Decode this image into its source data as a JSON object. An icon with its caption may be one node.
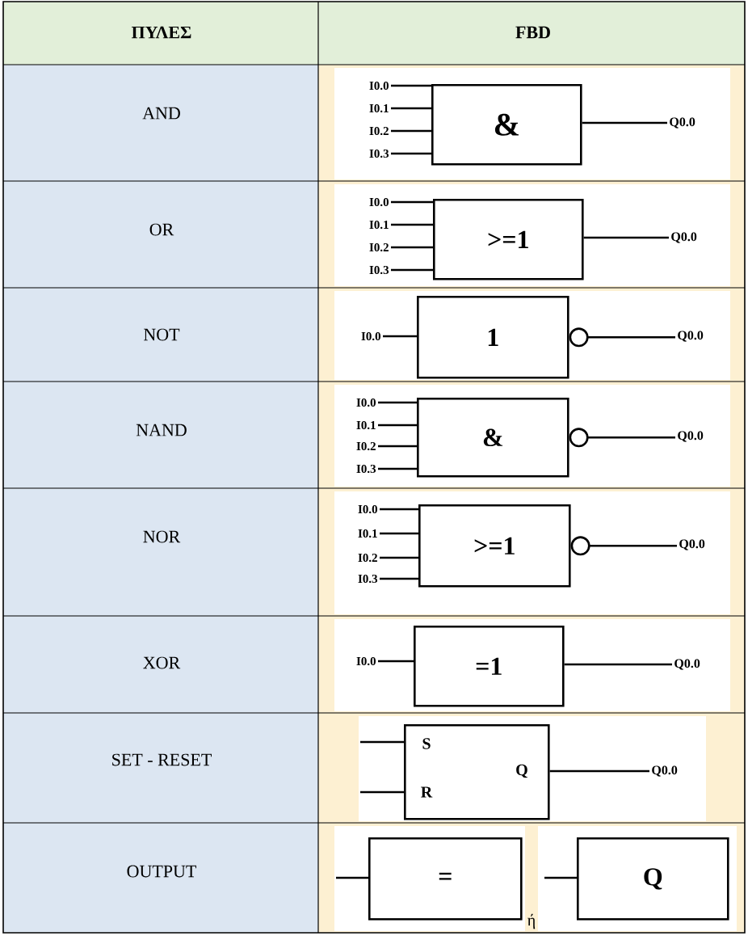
{
  "diagram": {
    "nodes": [
      {
        "text": [
          "I0.0"
        ]
      },
      {
        "text": [
          "I0.1"
        ]
      },
      {
        "text": [
          "I0.2"
        ]
      },
      {
        "text": [
          "I0.3"
        ]
      },
      {
        "text": [
          "&"
        ]
      },
      {
        "text": [
          "Q0.0"
        ]
      },
      {
        "text": [
          "I0.0"
        ]
      },
      {
        "text": [
          "I0.1"
        ]
      },
      {
        "text": [
          "I0.2"
        ]
      },
      {
        "text": [
          "I0.3"
        ]
      },
      {
        "text": [
          ">=1"
        ]
      },
      {
        "text": [
          "Q0.0"
        ]
      },
      {
        "text": [
          "I0.0"
        ]
      },
      {
        "text": [
          "1"
        ]
      },
      {
        "text": [
          "Q0.0"
        ]
      },
      {
        "text": [
          "I0.0"
        ]
      },
      {
        "text": [
          "I0.1"
        ]
      },
      {
        "text": [
          "I0.2"
        ]
      },
      {
        "text": [
          "I0.3"
        ]
      },
      {
        "text": [
          "&"
        ]
      },
      {
        "text": [
          "Q0.0"
        ]
      },
      {
        "text": [
          "I0.0"
        ]
      },
      {
        "text": [
          "I0.1"
        ]
      },
      {
        "text": [
          "I0.2"
        ]
      },
      {
        "text": [
          "I0.3"
        ]
      },
      {
        "text": [
          ">=1"
        ]
      },
      {
        "text": [
          "Q0.0"
        ]
      },
      {
        "text": [
          "I0.0"
        ]
      },
      {
        "text": [
          "=1"
        ]
      },
      {
        "text": [
          "Q0.0"
        ]
      },
      {
        "text": [
          "S",
          "R",
          "Q"
        ]
      },
      {
        "text": [
          "Q0.0"
        ]
      },
      {
        "text": [
          "="
        ]
      },
      {
        "text": [
          "Q"
        ]
      }
    ],
    "edges": [
      {
        "from": 0,
        "to": 4,
        "arrow": "none"
      },
      {
        "from": 1,
        "to": 4,
        "arrow": "none"
      },
      {
        "from": 2,
        "to": 4,
        "arrow": "none"
      },
      {
        "from": 3,
        "to": 4,
        "arrow": "none"
      },
      {
        "from": 4,
        "to": 5,
        "arrow": "none"
      },
      {
        "from": 6,
        "to": 10,
        "arrow": "none"
      },
      {
        "from": 7,
        "to": 10,
        "arrow": "none"
      },
      {
        "from": 8,
        "to": 10,
        "arrow": "none"
      },
      {
        "from": 9,
        "to": 10,
        "arrow": "none"
      },
      {
        "from": 10,
        "to": 11,
        "arrow": "none"
      },
      {
        "from": 12,
        "to": 13,
        "arrow": "none"
      },
      {
        "from": 13,
        "to": 14,
        "arrow": "other"
      },
      {
        "from": 15,
        "to": 19,
        "arrow": "none"
      },
      {
        "from": 16,
        "to": 19,
        "arrow": "none"
      },
      {
        "from": 17,
        "to": 19,
        "arrow": "none"
      },
      {
        "from": 18,
        "to": 19,
        "arrow": "none"
      },
      {
        "from": 19,
        "to": 20,
        "arrow": "other"
      },
      {
        "from": 21,
        "to": 25,
        "arrow": "none"
      },
      {
        "from": 22,
        "to": 25,
        "arrow": "none"
      },
      {
        "from": 23,
        "to": 25,
        "arrow": "none"
      },
      {
        "from": 24,
        "to": 25,
        "arrow": "none"
      },
      {
        "from": 25,
        "to": 26,
        "arrow": "other"
      },
      {
        "from": 27,
        "to": 28,
        "arrow": "none"
      },
      {
        "from": 28,
        "to": 29,
        "arrow": "none"
      },
      {
        "from": null,
        "to": 30,
        "arrow": "none"
      },
      {
        "from": null,
        "to": 30,
        "arrow": "none"
      },
      {
        "from": 30,
        "to": 31,
        "arrow": "none"
      },
      {
        "from": null,
        "to": 32,
        "arrow": "none"
      },
      {
        "from": null,
        "to": 33,
        "arrow": "none"
      }
    ],
    "labels": [
      "ΠΥΛΕΣ",
      "FBD",
      "AND",
      "OR",
      "NOT",
      "NAND",
      "NOR",
      "XOR",
      "SET - RESET",
      "OUTPUT",
      "ή"
    ]
  }
}
